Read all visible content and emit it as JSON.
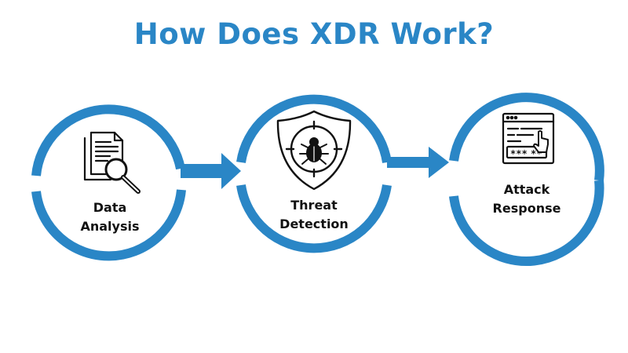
{
  "title": "How Does XDR Work?",
  "accent_color": "#2a86c6",
  "steps": [
    {
      "label_line1": "Data",
      "label_line2": "Analysis",
      "icon": "document-magnifier-icon"
    },
    {
      "label_line1": "Threat",
      "label_line2": "Detection",
      "icon": "shield-bug-icon"
    },
    {
      "label_line1": "Attack",
      "label_line2": "Response",
      "icon": "password-window-icon"
    }
  ]
}
